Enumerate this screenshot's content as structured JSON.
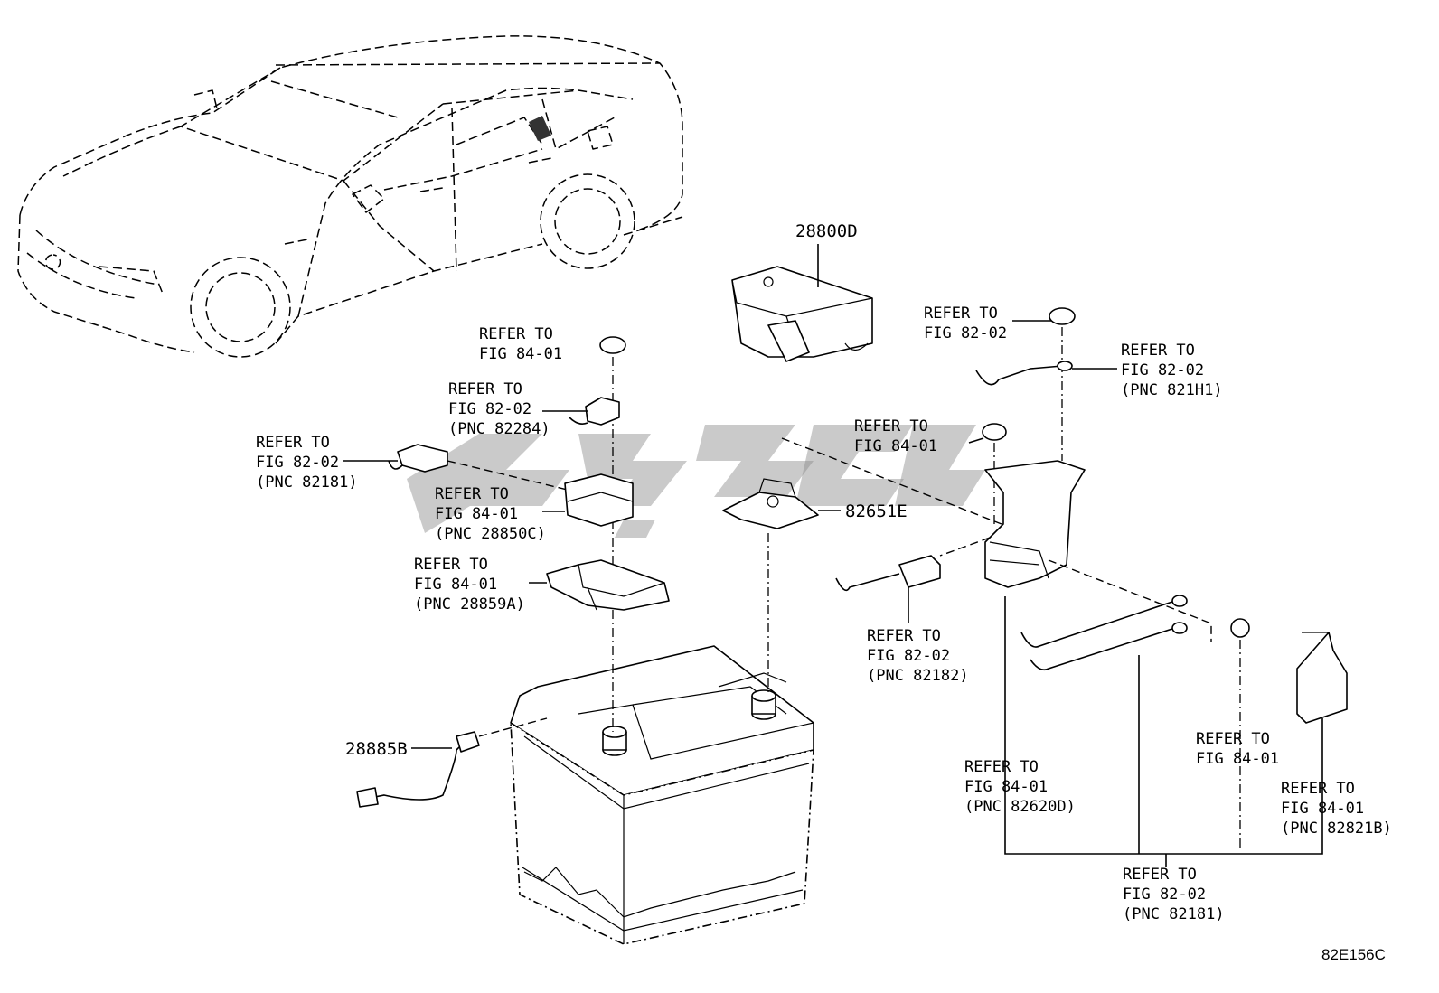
{
  "diagram": {
    "code": "82E156C",
    "part_numbers": [
      "28800D",
      "82651E",
      "28885B"
    ],
    "refs": {
      "r1": {
        "l1": "REFER TO",
        "l2": "FIG 84-01"
      },
      "r2": {
        "l1": "REFER TO",
        "l2": "FIG 82-02",
        "l3": "(PNC 82284)"
      },
      "r3": {
        "l1": "REFER TO",
        "l2": "FIG 82-02",
        "l3": "(PNC 82181)"
      },
      "r4": {
        "l1": "REFER TO",
        "l2": "FIG 84-01",
        "l3": "(PNC 28850C)"
      },
      "r5": {
        "l1": "REFER TO",
        "l2": "FIG 84-01",
        "l3": "(PNC 28859A)"
      },
      "r6": {
        "l1": "REFER TO",
        "l2": "FIG 82-02"
      },
      "r7": {
        "l1": "REFER TO",
        "l2": "FIG 82-02",
        "l3": "(PNC 821H1)"
      },
      "r8": {
        "l1": "REFER TO",
        "l2": "FIG 84-01"
      },
      "r9": {
        "l1": "REFER TO",
        "l2": "FIG 82-02",
        "l3": "(PNC 82182)"
      },
      "r10": {
        "l1": "REFER TO",
        "l2": "FIG 84-01",
        "l3": "(PNC 82620D)"
      },
      "r11": {
        "l1": "REFER TO",
        "l2": "FIG 84-01"
      },
      "r12": {
        "l1": "REFER TO",
        "l2": "FIG 84-01",
        "l3": "(PNC 82821B)"
      },
      "r13": {
        "l1": "REFER TO",
        "l2": "FIG 82-02",
        "l3": "(PNC 82181)"
      }
    }
  }
}
